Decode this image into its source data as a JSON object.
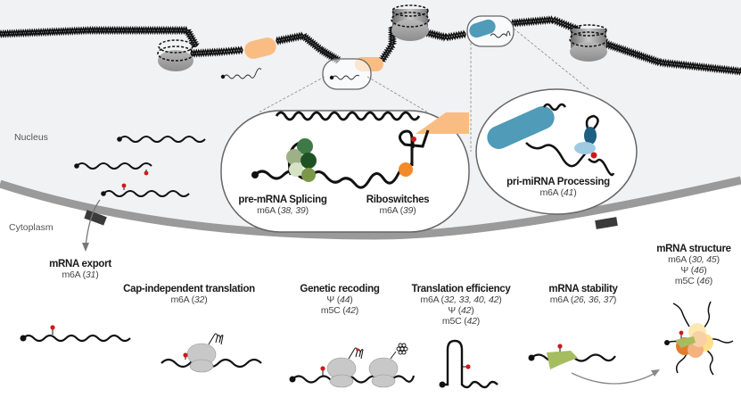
{
  "figure": {
    "regions": {
      "nucleus": "Nucleus",
      "cytoplasm": "Cytoplasm"
    },
    "colors": {
      "nucleus_bg": "#f1f2f4",
      "membrane": "#9a9a9a",
      "pore": "#3a3a3a",
      "rna": "#111111",
      "modification_dot": "#cc1a1a",
      "promoter_orange": "#f9bd84",
      "polymerase_blue": "#4f9bb8",
      "riboswitch_orange": "#f28a2a",
      "ribosome_gray": "#c8c8c8",
      "stability_green": "#a5bd5f"
    },
    "insets": [
      {
        "id": "splicing",
        "title": "pre-mRNA Splicing",
        "mod_name": "m6A",
        "refs": "38, 39"
      },
      {
        "id": "riboswitch",
        "title": "Riboswitches",
        "mod_name": "m6A",
        "refs": "39"
      },
      {
        "id": "primirna",
        "title": "pri-miRNA Processing",
        "mod_name": "m6A",
        "refs": "41"
      }
    ],
    "processes": [
      {
        "id": "export",
        "title": "mRNA export",
        "lines": [
          {
            "mod": "m6A",
            "refs": "31"
          }
        ]
      },
      {
        "id": "cap",
        "title": "Cap-independent translation",
        "lines": [
          {
            "mod": "m6A",
            "refs": "32"
          }
        ]
      },
      {
        "id": "recoding",
        "title": "Genetic recoding",
        "lines": [
          {
            "mod": "Ψ",
            "refs": "44"
          },
          {
            "mod": "m5C",
            "refs": "42"
          }
        ]
      },
      {
        "id": "efficiency",
        "title": "Translation efficiency",
        "lines": [
          {
            "mod": "m6A",
            "refs": "32, 33, 40, 42"
          },
          {
            "mod": "Ψ",
            "refs": "42"
          },
          {
            "mod": "m5C",
            "refs": "42"
          }
        ]
      },
      {
        "id": "stability",
        "title": "mRNA stability",
        "lines": [
          {
            "mod": "m6A",
            "refs": "26, 36, 37"
          }
        ]
      },
      {
        "id": "structure",
        "title": "mRNA structure",
        "lines": [
          {
            "mod": "m6A",
            "refs": "30, 45"
          },
          {
            "mod": "Ψ",
            "refs": "46"
          },
          {
            "mod": "m5C",
            "refs": "46"
          }
        ]
      }
    ],
    "icons": {
      "nucleosome": "nucleosome-icon",
      "dna": "dna-helix-icon",
      "rna": "rna-strand-icon",
      "ribosome": "ribosome-icon",
      "modification": "methyl-mark-icon"
    }
  }
}
